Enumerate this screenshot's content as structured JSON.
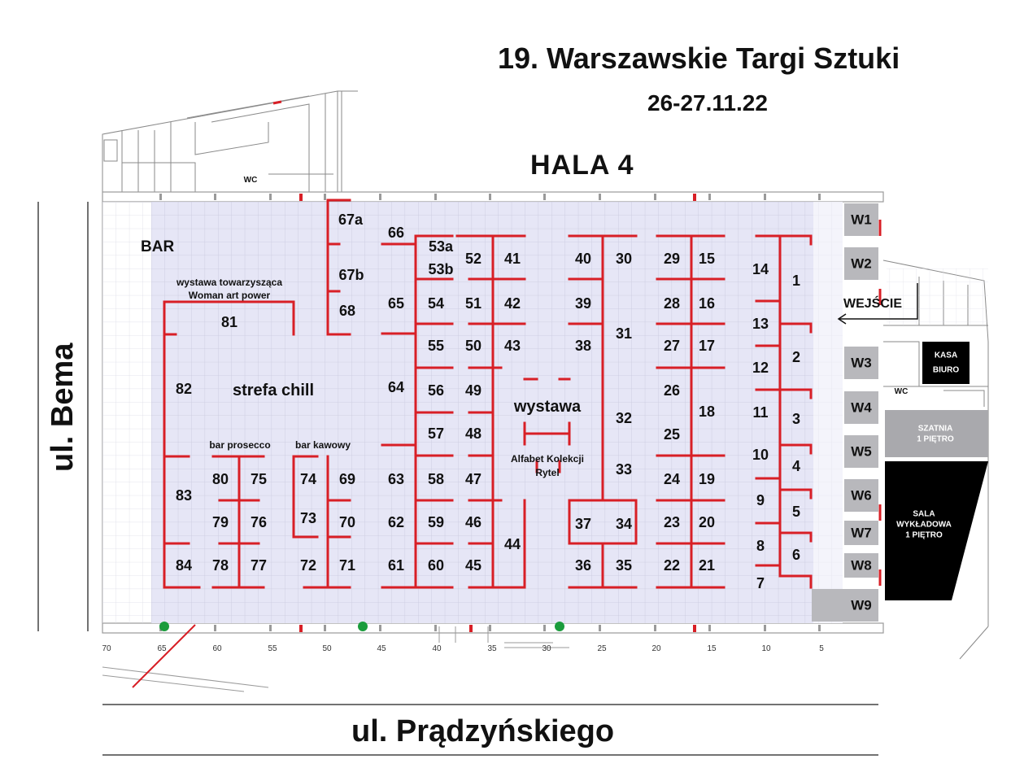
{
  "header": {
    "title": "19. Warszawskie Targi Sztuki",
    "date": "26-27.11.22",
    "hall": "HALA 4"
  },
  "streets": {
    "left": "ul. Bema",
    "bottom": "ul. Prądzyńskiego"
  },
  "areas": {
    "bar": "BAR",
    "exhibition_companion": "wystawa towarzysząca",
    "woman_art_power": "Woman art power",
    "chill_zone": "strefa chill",
    "bar_prosecco": "bar prosecco",
    "bar_kawowy": "bar kawowy",
    "wystawa": "wystawa",
    "alfabet_1": "Alfabet Kolekcji",
    "alfabet_2": "Rytel",
    "entrance": "WEJŚCIE",
    "wc_top": "WC",
    "wc_right": "WC",
    "kasa": "KASA",
    "biuro": "BIURO",
    "szatnia_1": "SZATNIA",
    "szatnia_2": "1 PIĘTRO",
    "sala_1": "SALA",
    "sala_2": "WYKŁADOWA",
    "sala_3": "1 PIĘTRO"
  },
  "booths": [
    "67a",
    "67b",
    "68",
    "66",
    "65",
    "64",
    "63",
    "62",
    "61",
    "53a",
    "53b",
    "54",
    "55",
    "56",
    "57",
    "58",
    "59",
    "60",
    "52",
    "51",
    "50",
    "49",
    "48",
    "47",
    "46",
    "45",
    "41",
    "42",
    "43",
    "44",
    "40",
    "39",
    "38",
    "37",
    "36",
    "30",
    "31",
    "32",
    "33",
    "34",
    "35",
    "29",
    "28",
    "27",
    "26",
    "25",
    "24",
    "23",
    "22",
    "15",
    "16",
    "17",
    "18",
    "19",
    "20",
    "21",
    "14",
    "13",
    "12",
    "11",
    "10",
    "9",
    "8",
    "7",
    "1",
    "2",
    "3",
    "4",
    "5",
    "6",
    "81",
    "82",
    "83",
    "84",
    "80",
    "79",
    "78",
    "75",
    "76",
    "77",
    "74",
    "73",
    "72",
    "69",
    "70",
    "71"
  ],
  "workshops": [
    "W1",
    "W2",
    "W3",
    "W4",
    "W5",
    "W6",
    "W7",
    "W8",
    "W9"
  ],
  "scale_ticks": [
    "70",
    "65",
    "60",
    "55",
    "50",
    "45",
    "40",
    "35",
    "30",
    "25",
    "20",
    "15",
    "10",
    "5"
  ],
  "colors": {
    "hall_fill": "#e6e6f6",
    "grid_line": "#c9c9de",
    "partition_red": "#d81f26",
    "wall_gray": "#9a9a9a",
    "w_box_gray": "#b8b8bc",
    "szatnia_gray": "#a9a9ad",
    "dark_box": "#000000",
    "door_green": "#1a9c3c"
  }
}
